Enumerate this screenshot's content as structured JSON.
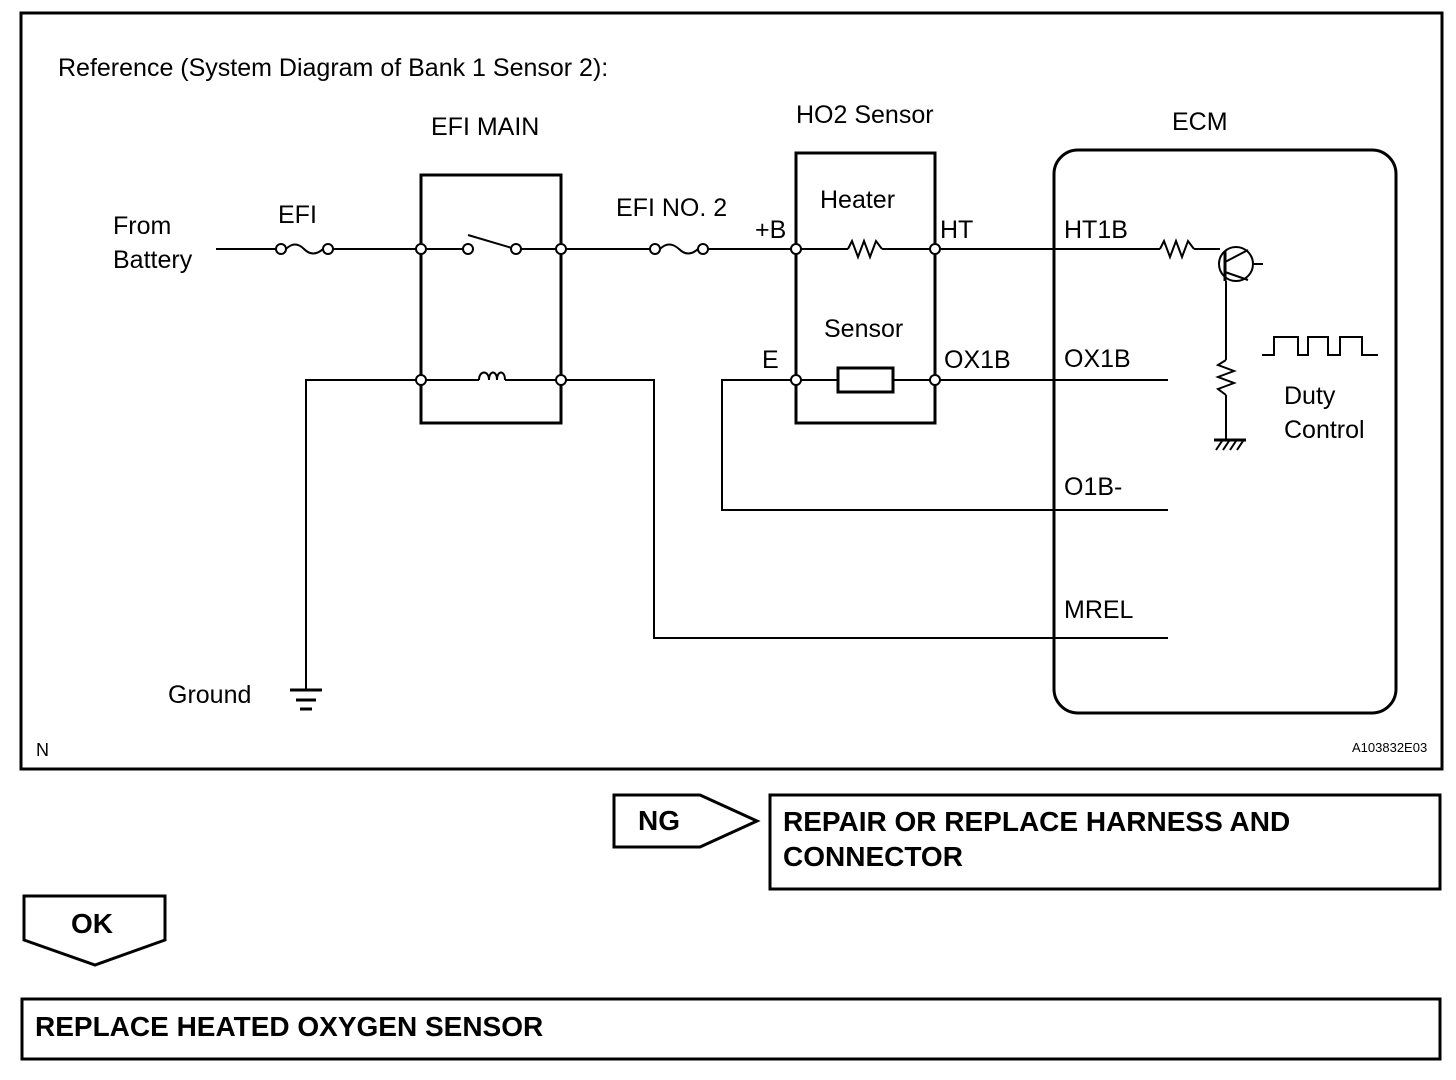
{
  "diagram": {
    "reference_title": "Reference (System Diagram of Bank 1 Sensor 2):",
    "from_battery_line1": "From",
    "from_battery_line2": "Battery",
    "efi_fuse": "EFI",
    "efi_main": "EFI MAIN",
    "efi_no2": "EFI NO. 2",
    "ho2_sensor": "HO2 Sensor",
    "heater": "Heater",
    "sensor": "Sensor",
    "pin_plus_b": "+B",
    "pin_ht": "HT",
    "pin_e": "E",
    "pin_ox1b_sensor": "OX1B",
    "ecm": "ECM",
    "ecm_ht1b": "HT1B",
    "ecm_ox1b": "OX1B",
    "ecm_o1b_minus": "O1B-",
    "ecm_mrel": "MREL",
    "duty_line1": "Duty",
    "duty_line2": "Control",
    "ground": "Ground",
    "corner_n": "N",
    "figure_code": "A103832E03"
  },
  "flow": {
    "ng_label": "NG",
    "ng_result_line1": "REPAIR OR REPLACE HARNESS AND",
    "ng_result_line2": "CONNECTOR",
    "ok_label": "OK",
    "ok_result": "REPLACE HEATED OXYGEN SENSOR"
  }
}
